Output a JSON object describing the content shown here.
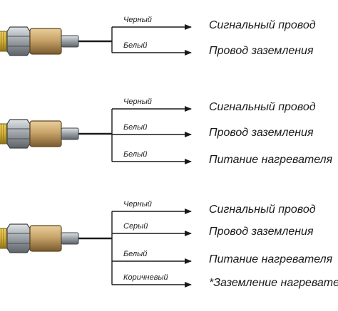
{
  "sensors": [
    {
      "wires": [
        {
          "color": "Черный",
          "purpose": "Сигнальный провод"
        },
        {
          "color": "Белый",
          "purpose": "Провод заземления"
        }
      ]
    },
    {
      "wires": [
        {
          "color": "Черный",
          "purpose": "Сигнальный провод"
        },
        {
          "color": "Белый",
          "purpose": "Провод заземления"
        },
        {
          "color": "Белый",
          "purpose": "Питание нагревателя"
        }
      ]
    },
    {
      "wires": [
        {
          "color": "Черный",
          "purpose": "Сигнальный провод"
        },
        {
          "color": "Серый",
          "purpose": "Провод заземления"
        },
        {
          "color": "Белый",
          "purpose": "Питание нагревателя"
        },
        {
          "color": "Коричневый",
          "purpose": "*Заземление нагревателя"
        }
      ]
    }
  ],
  "colors": {
    "brass": "#c9a46a",
    "brass_dark": "#8a6a3a",
    "steel": "#9aa0a6",
    "thread": "#d8b43a",
    "line": "#1a1a1a"
  }
}
